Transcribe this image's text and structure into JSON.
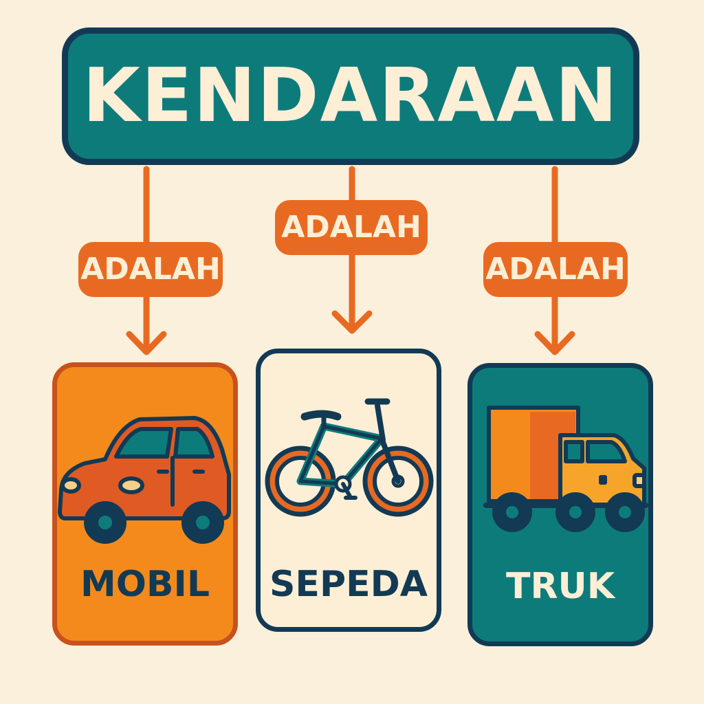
{
  "title": "KENDARAAN",
  "relations": [
    {
      "label": "ADALAH",
      "target": "MOBIL"
    },
    {
      "label": "ADALAH",
      "target": "SEPEDA"
    },
    {
      "label": "ADALAH",
      "target": "TRUK"
    }
  ],
  "vehicles": [
    {
      "name": "MOBIL",
      "icon": "car-icon"
    },
    {
      "name": "SEPEDA",
      "icon": "bicycle-icon"
    },
    {
      "name": "TRUK",
      "icon": "truck-icon"
    }
  ],
  "colors": {
    "background": "#fbf0db",
    "teal": "#0e7b7b",
    "navy": "#123a54",
    "orange": "#e86a22",
    "amber": "#f48a1c",
    "cream": "#fcefd6"
  }
}
